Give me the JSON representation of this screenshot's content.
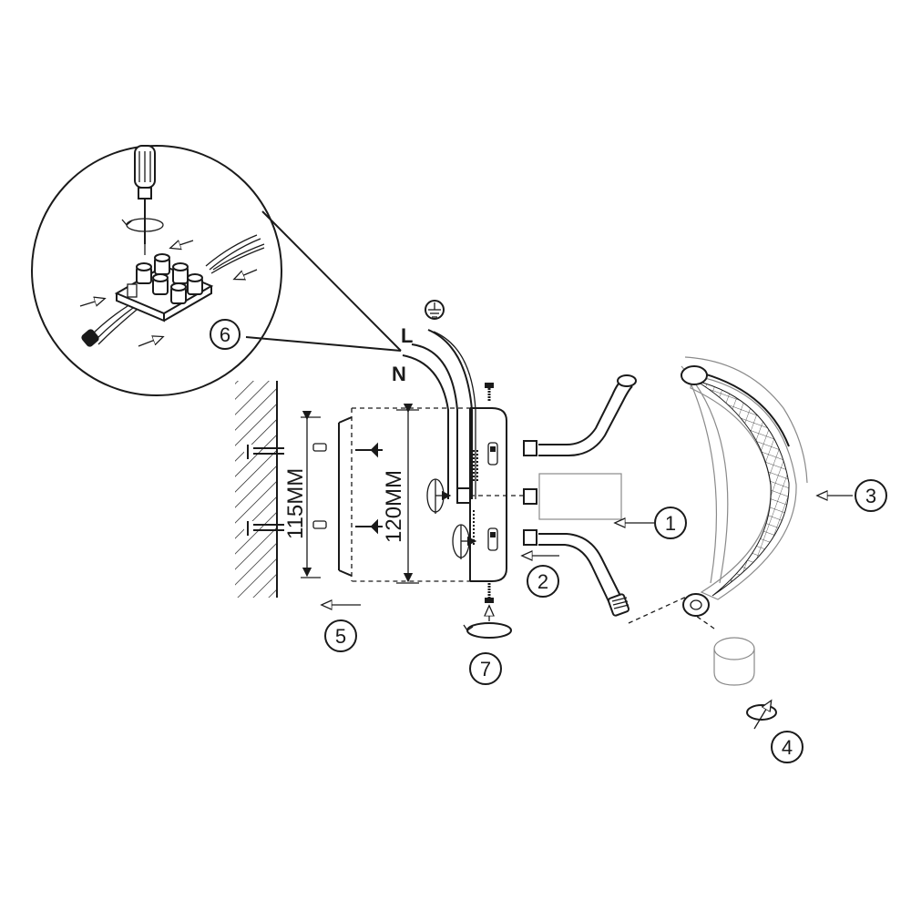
{
  "diagram": {
    "wire_labels": {
      "neutral": "N",
      "live": "L"
    },
    "dimensions": {
      "inner": "115MM",
      "outer": "120MM"
    },
    "steps": [
      "1",
      "2",
      "3",
      "4",
      "5",
      "6",
      "7"
    ],
    "icons": [
      "earth-ground-icon",
      "screwdriver-icon",
      "rotate-arrow-icon",
      "insert-arrow-icon"
    ]
  }
}
